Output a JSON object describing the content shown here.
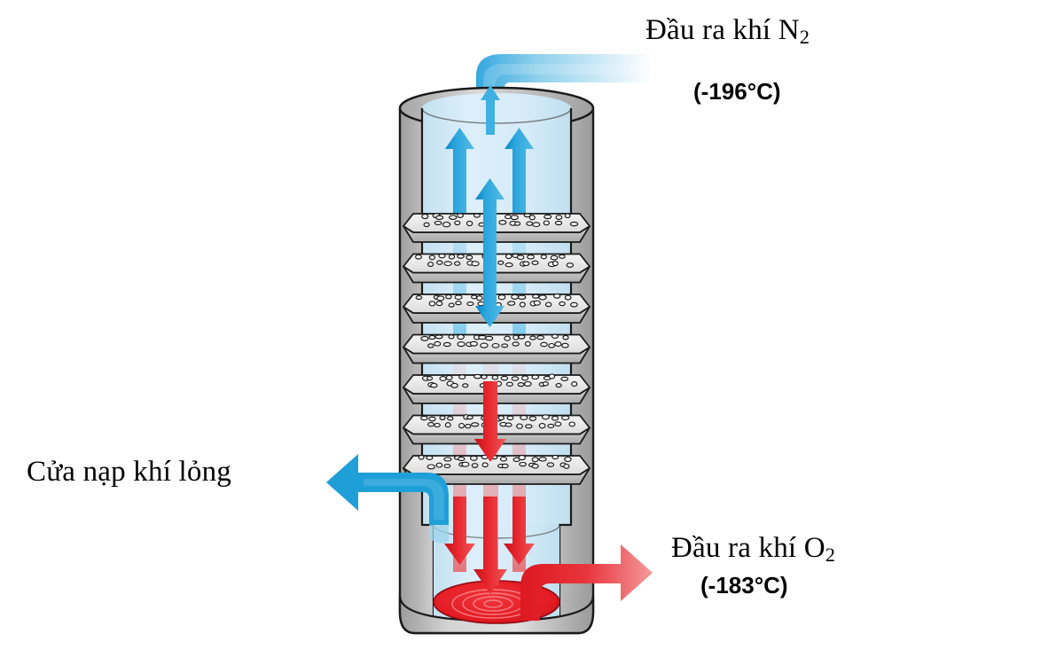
{
  "diagram": {
    "title": "Cryogenic air separation distillation column",
    "background_color": "#ffffff"
  },
  "labels": {
    "n2_outlet": {
      "text": "Đầu ra khí N",
      "subscript": "2",
      "temperature": "(-196°C)"
    },
    "o2_outlet": {
      "text": "Đầu ra khí O",
      "subscript": "2",
      "temperature": "(-183°C)"
    },
    "liquid_inlet": {
      "text": "Cửa nạp khí lỏng"
    }
  },
  "colors": {
    "shell_light": "#d9d9d9",
    "shell_mid": "#bdbdbd",
    "shell_dark": "#9a9a9a",
    "shell_outline": "#1a1a1a",
    "interior_top": "#ddeef8",
    "interior_bottom": "#cfe6f4",
    "cold_blue": "#1f9fd8",
    "cold_blue_dark": "#0d86c4",
    "hot_red": "#e31b23",
    "hot_red_light": "#f4a0a0",
    "liquid_pool": "#e8202a",
    "tray_face": "#ededed",
    "tray_edge": "#c6c6c6",
    "text": "#000000"
  },
  "column": {
    "tray_count": 7,
    "tray_label": "perforated distillation tray",
    "holes_per_tray": 30
  },
  "flows": [
    {
      "name": "nitrogen-vapor-rising",
      "direction": "up",
      "color": "#1f9fd8"
    },
    {
      "name": "reflux-descending",
      "direction": "down",
      "color": "#1f9fd8"
    },
    {
      "name": "oxygen-liquid-falling",
      "direction": "down",
      "color": "#e31b23"
    },
    {
      "name": "liquid-feed-inlet",
      "direction": "left",
      "color": "#1f9fd8"
    },
    {
      "name": "oxygen-gas-outlet",
      "direction": "right",
      "color": "#e31b23"
    }
  ]
}
